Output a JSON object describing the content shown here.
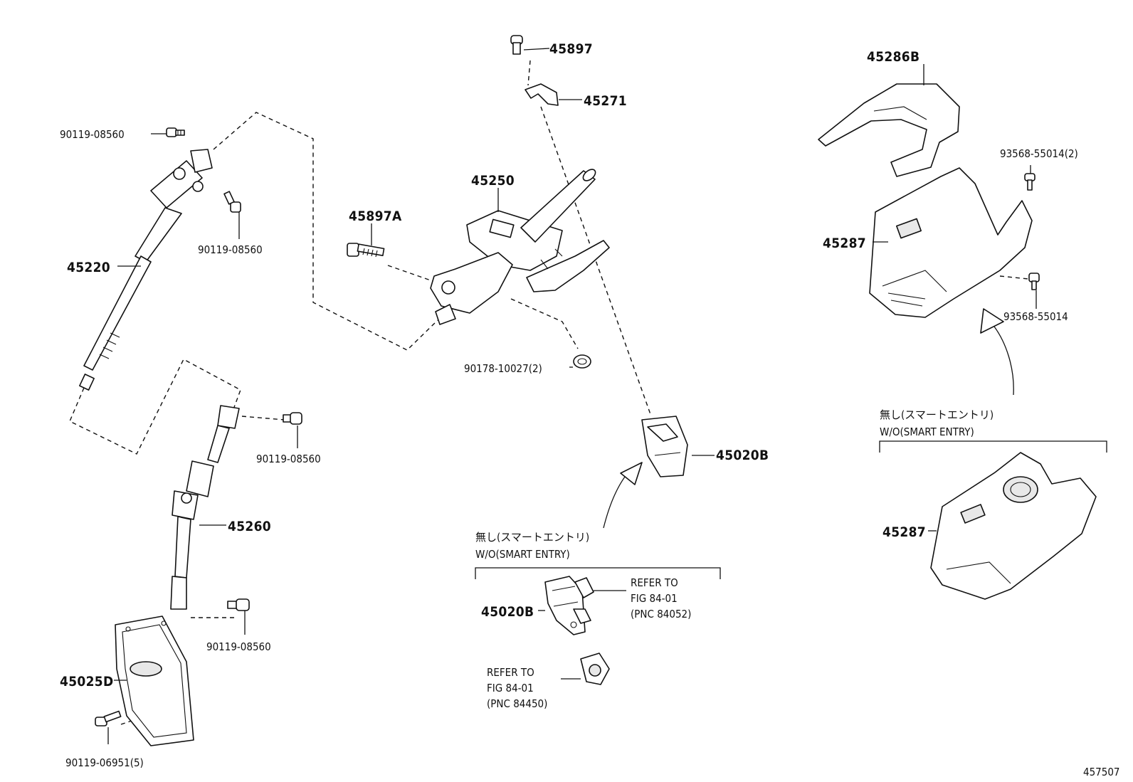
{
  "diagram_id": "457507",
  "labels": {
    "p45897": "45897",
    "p45271": "45271",
    "p45250": "45250",
    "p45897A": "45897A",
    "p90178": "90178-10027(2)",
    "p45020B_top": "45020B",
    "p45020B_mid": "45020B",
    "p45286B": "45286B",
    "p93568_2": "93568-55014(2)",
    "p45287_top": "45287",
    "p93568": "93568-55014",
    "p45287_bot": "45287",
    "p90119_a": "90119-08560",
    "p90119_b": "90119-08560",
    "p45220": "45220",
    "p90119_c": "90119-08560",
    "p45260": "45260",
    "p90119_d": "90119-08560",
    "p45025D": "45025D",
    "p90119_06951": "90119-06951(5)"
  },
  "notes": {
    "jp_mid": "無し(スマートエントリ)",
    "en_mid": "W/O(SMART ENTRY)",
    "jp_right": "無し(スマートエントリ)",
    "en_right": "W/O(SMART ENTRY)",
    "ref1": [
      "REFER TO",
      "FIG 84-01",
      "(PNC 84052)"
    ],
    "ref2": [
      "REFER TO",
      "FIG 84-01",
      "(PNC 84450)"
    ]
  }
}
